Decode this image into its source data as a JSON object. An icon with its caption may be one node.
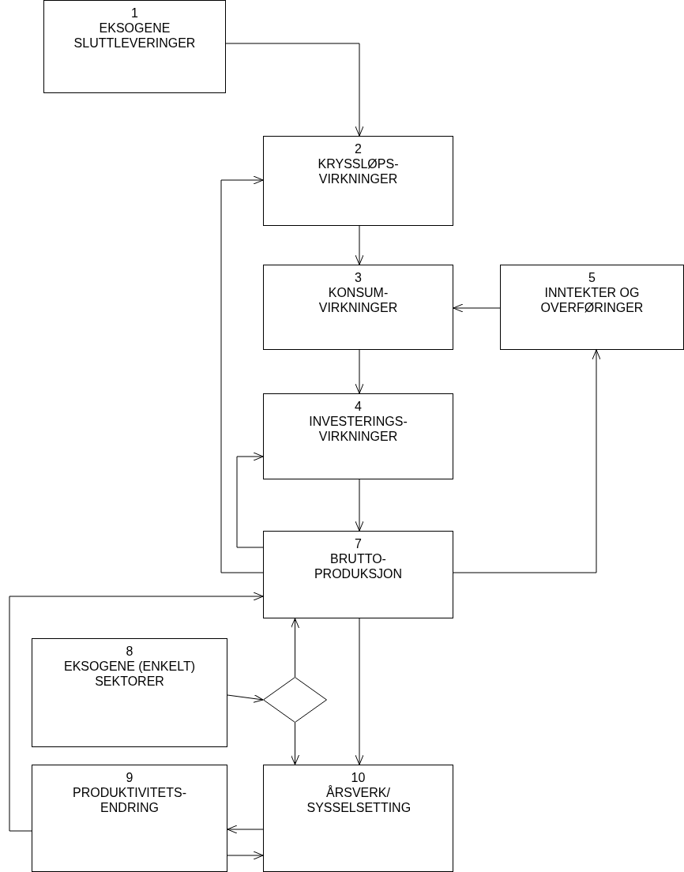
{
  "diagram": {
    "nodes": [
      {
        "text": [
          "1",
          "EKSOGENE SLUTTLEVERINGER"
        ]
      },
      {
        "text": [
          "2",
          "KRYSSLØPS- VIRKNINGER"
        ]
      },
      {
        "text": [
          "3",
          "KONSUM- VIRKNINGER"
        ]
      },
      {
        "text": [
          "5",
          "INNTEKTER OG OVERFØRINGER"
        ]
      },
      {
        "text": [
          "4",
          "INVESTERINGS- VIRKNINGER"
        ]
      },
      {
        "text": [
          "7",
          "BRUTTO- PRODUKSJON"
        ]
      },
      {
        "text": [
          "8",
          "EKSOGENE (ENKELT) SEKTORER"
        ]
      },
      {
        "text": [],
        "shape": "diamond"
      },
      {
        "text": [
          "9",
          "PRODUKTIVITETS- ENDRING"
        ]
      },
      {
        "text": [
          "10",
          "ÅRSVERK/ SYSSELSETTING"
        ]
      }
    ],
    "edges": [
      {
        "from": 0,
        "to": 1,
        "arrow": "to"
      },
      {
        "from": 1,
        "to": 2,
        "arrow": "to"
      },
      {
        "from": 3,
        "to": 2,
        "arrow": "to"
      },
      {
        "from": 2,
        "to": 4,
        "arrow": "to"
      },
      {
        "from": 4,
        "to": 5,
        "arrow": "to"
      },
      {
        "from": 5,
        "to": 4,
        "arrow": "to"
      },
      {
        "from": 5,
        "to": 1,
        "arrow": "to"
      },
      {
        "from": 5,
        "to": 3,
        "arrow": "to"
      },
      {
        "from": 8,
        "to": 5,
        "arrow": "to"
      },
      {
        "from": 6,
        "to": 7,
        "arrow": "to"
      },
      {
        "from": 7,
        "to": 5,
        "arrow": "to"
      },
      {
        "from": 7,
        "to": 9,
        "arrow": "to"
      },
      {
        "from": 5,
        "to": 9,
        "arrow": "to"
      },
      {
        "from": 9,
        "to": 8,
        "arrow": "to"
      },
      {
        "from": 8,
        "to": 9,
        "arrow": "to"
      }
    ]
  }
}
